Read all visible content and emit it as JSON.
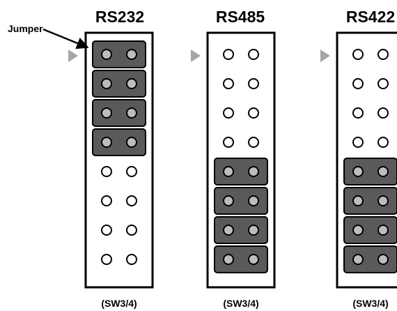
{
  "jumper_label": "Jumper",
  "blocks": [
    {
      "title": "RS232",
      "caption": "(SW3/4)",
      "jumper_rows": [
        1,
        2,
        3,
        4
      ]
    },
    {
      "title": "RS485",
      "caption": "(SW3/4)",
      "jumper_rows": [
        5,
        6,
        7,
        8
      ]
    },
    {
      "title": "RS422",
      "caption": "(SW3/4)",
      "jumper_rows": [
        5,
        6,
        7,
        8
      ]
    }
  ],
  "rows_per_block": 8,
  "pins_per_row": 2,
  "colors": {
    "frame": "#000000",
    "jumper_fill": "#5a5a5a",
    "jumper_pin": "#bdbdbd",
    "open_pin": "#ffffff",
    "pointer_arrow": "#a6a6a6",
    "text": "#000000"
  }
}
